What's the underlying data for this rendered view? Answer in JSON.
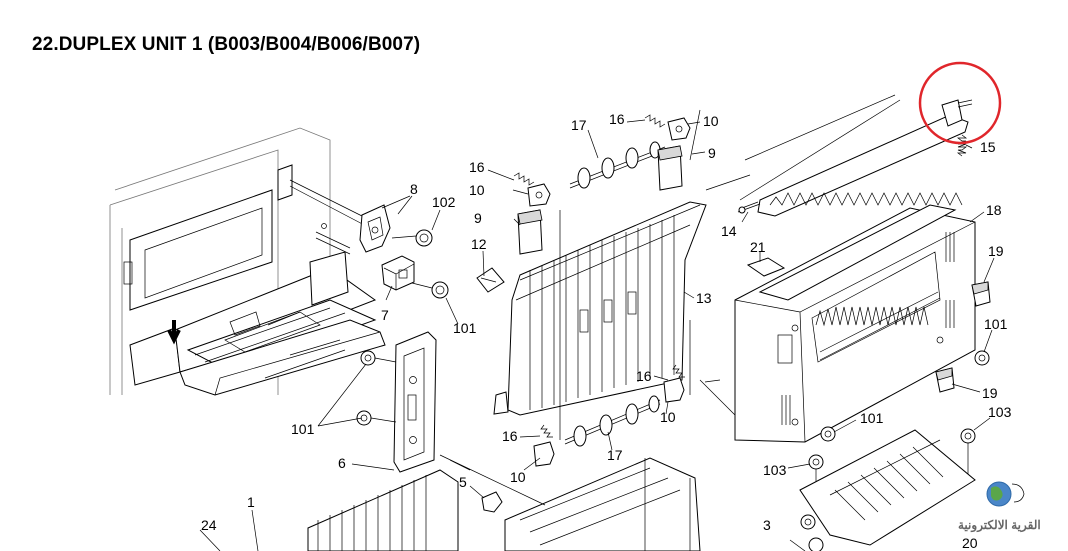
{
  "title": "22.DUPLEX UNIT 1 (B003/B004/B006/B007)",
  "highlight_color": "#e0262b",
  "callouts": [
    "16",
    "10",
    "17",
    "9",
    "16",
    "10",
    "9",
    "12",
    "13",
    "8",
    "102",
    "7",
    "101",
    "101",
    "6",
    "16",
    "10",
    "17",
    "16",
    "10",
    "5",
    "1",
    "24",
    "15",
    "14",
    "21",
    "18",
    "19",
    "101",
    "19",
    "101",
    "103",
    "103",
    "3",
    "20"
  ],
  "watermark": {
    "text": "القرية الالكترونية"
  }
}
